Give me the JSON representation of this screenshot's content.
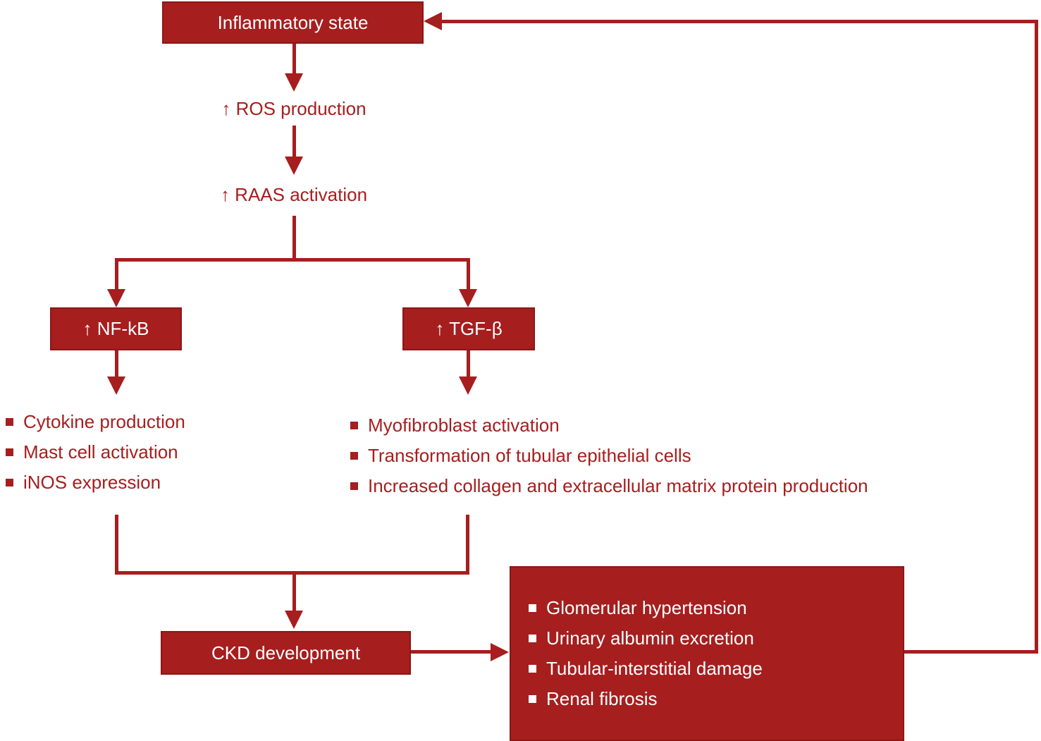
{
  "diagram": {
    "background": "#FFFFFF",
    "accent_color": "#A61E1E",
    "text_on_accent_color": "#FFFFFF",
    "nodes": {
      "inflammatory": {
        "label": "Inflammatory state"
      },
      "ros": {
        "label": "↑ ROS production"
      },
      "raas": {
        "label": "↑ RAAS activation"
      },
      "nfkb": {
        "label": "↑ NF-kB"
      },
      "tgfb": {
        "label": "↑ TGF-β"
      },
      "ckd": {
        "label": "CKD development"
      }
    },
    "lists": {
      "nfkb_effects": {
        "items": [
          "Cytokine production",
          "Mast cell activation",
          "iNOS expression"
        ]
      },
      "tgfb_effects": {
        "items": [
          "Myofibroblast activation",
          "Transformation of tubular epithelial cells",
          "Increased collagen and extracellular matrix protein production"
        ]
      },
      "ckd_outcomes": {
        "items": [
          "Glomerular hypertension",
          "Urinary albumin excretion",
          "Tubular-interstitial damage",
          "Renal fibrosis"
        ]
      }
    }
  }
}
